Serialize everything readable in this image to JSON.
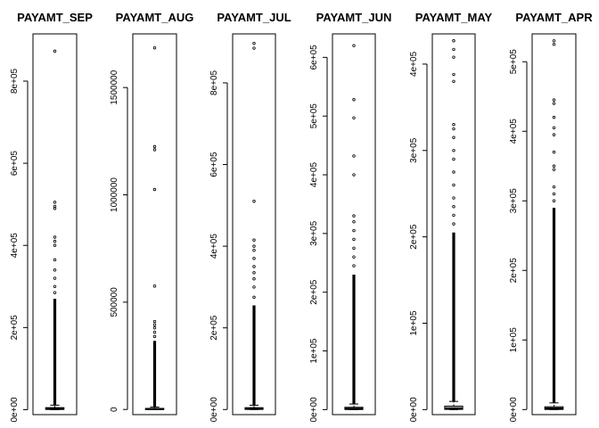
{
  "chart_data": [
    {
      "type": "box",
      "title": "PAYAMT_SEP",
      "ylim": [
        -12000,
        915000
      ],
      "ticks": [
        0,
        200000,
        400000,
        600000,
        800000
      ],
      "tick_labels": [
        "0e+00",
        "2e+05",
        "4e+05",
        "6e+05",
        "8e+05"
      ],
      "box": {
        "whisker_low": 0,
        "q1": 1000,
        "median": 2100,
        "q3": 5000,
        "whisker_high": 11000
      },
      "dense_tail_to": 270000,
      "outliers": [
        285000,
        300000,
        320000,
        340000,
        365000,
        400000,
        410000,
        420000,
        490000,
        495000,
        505000,
        873000
      ]
    },
    {
      "type": "box",
      "title": "PAYAMT_AUG",
      "ylim": [
        -24000,
        1750000
      ],
      "ticks": [
        0,
        500000,
        1000000,
        1500000
      ],
      "tick_labels": [
        "0",
        "500000",
        "1000000",
        "1500000"
      ],
      "box": {
        "whisker_low": 0,
        "q1": 830,
        "median": 2000,
        "q3": 5000,
        "whisker_high": 11000
      },
      "dense_tail_to": 320000,
      "outliers": [
        340000,
        360000,
        380000,
        395000,
        410000,
        575000,
        1025000,
        1210000,
        1225000,
        1685000
      ]
    },
    {
      "type": "box",
      "title": "PAYAMT_JUL",
      "ylim": [
        -12500,
        920000
      ],
      "ticks": [
        0,
        200000,
        400000,
        600000,
        800000
      ],
      "tick_labels": [
        "0e+00",
        "2e+05",
        "4e+05",
        "6e+05",
        "8e+05"
      ],
      "box": {
        "whisker_low": 0,
        "q1": 390,
        "median": 1800,
        "q3": 4500,
        "whisker_high": 10500
      },
      "dense_tail_to": 255000,
      "outliers": [
        275000,
        300000,
        320000,
        335000,
        350000,
        370000,
        390000,
        400000,
        415000,
        510000,
        885000,
        897000
      ]
    },
    {
      "type": "box",
      "title": "PAYAMT_JUN",
      "ylim": [
        -8500,
        640000
      ],
      "ticks": [
        0,
        100000,
        200000,
        300000,
        400000,
        500000,
        600000
      ],
      "tick_labels": [
        "0e+00",
        "1e+05",
        "2e+05",
        "3e+05",
        "4e+05",
        "5e+05",
        "6e+05"
      ],
      "box": {
        "whisker_low": 0,
        "q1": 300,
        "median": 1500,
        "q3": 4000,
        "whisker_high": 9600
      },
      "dense_tail_to": 230000,
      "outliers": [
        245000,
        260000,
        275000,
        290000,
        305000,
        320000,
        330000,
        400000,
        432000,
        497000,
        528000,
        620000
      ]
    },
    {
      "type": "box",
      "title": "PAYAMT_MAY",
      "ylim": [
        -5800,
        435000
      ],
      "ticks": [
        0,
        100000,
        200000,
        300000,
        400000
      ],
      "tick_labels": [
        "0e+00",
        "1e+05",
        "2e+05",
        "3e+05",
        "4e+05"
      ],
      "box": {
        "whisker_low": 0,
        "q1": 250,
        "median": 1500,
        "q3": 4000,
        "whisker_high": 9500
      },
      "dense_tail_to": 205000,
      "outliers": [
        215000,
        225000,
        235000,
        245000,
        260000,
        275000,
        290000,
        300000,
        315000,
        325000,
        330000,
        380000,
        388000,
        408000,
        417000,
        427000
      ]
    },
    {
      "type": "box",
      "title": "PAYAMT_APR",
      "ylim": [
        -7300,
        540000
      ],
      "ticks": [
        0,
        100000,
        200000,
        300000,
        400000,
        500000
      ],
      "tick_labels": [
        "0e+00",
        "1e+05",
        "2e+05",
        "3e+05",
        "4e+05",
        "5e+05"
      ],
      "box": {
        "whisker_low": 0,
        "q1": 120,
        "median": 1500,
        "q3": 4000,
        "whisker_high": 9600
      },
      "dense_tail_to": 290000,
      "outliers": [
        300000,
        310000,
        320000,
        345000,
        350000,
        370000,
        395000,
        405000,
        420000,
        440000,
        445000,
        525000,
        530000
      ]
    }
  ]
}
